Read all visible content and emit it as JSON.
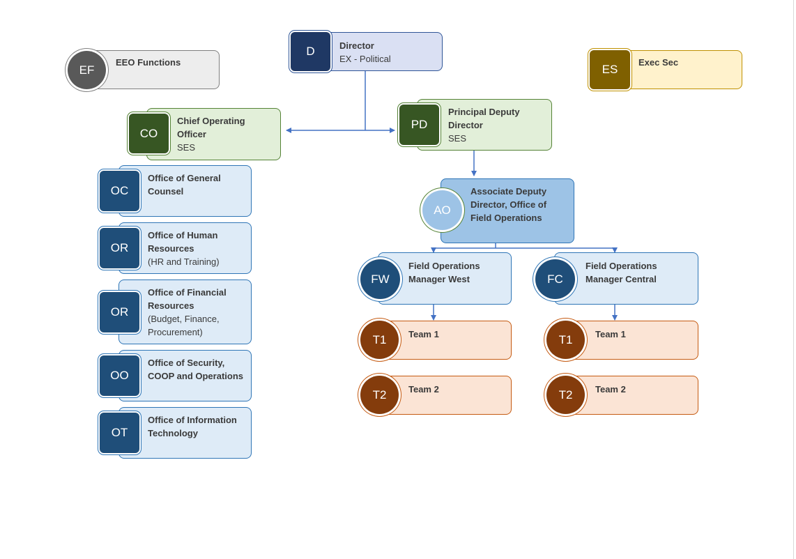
{
  "colors": {
    "connector": "#4472c4",
    "director_fill": "#dae0f3",
    "director_badge": "#1f3864",
    "green_fill": "#e2efd9",
    "green_border": "#548235",
    "green_badge": "#375623",
    "blue_fill": "#deebf7",
    "blue_border": "#2e75b6",
    "blue_badge": "#1f4e79",
    "ao_fill": "#9dc3e6",
    "ao_badge": "#9dc3e6",
    "peach_fill": "#fbe4d5",
    "peach_border": "#c55a11",
    "peach_badge": "#843c0c",
    "grey_fill": "#ededed",
    "grey_badge": "#595959",
    "yellow_fill": "#fff2cc",
    "yellow_border": "#bf9000",
    "yellow_badge": "#7f6000"
  },
  "nodes": {
    "director": {
      "abbr": "D",
      "title": "Director",
      "sub": "EX - Political"
    },
    "eeo": {
      "abbr": "EF",
      "title": "EEO Functions"
    },
    "exec_sec": {
      "abbr": "ES",
      "title": "Exec Sec"
    },
    "coo": {
      "abbr": "CO",
      "title": "Chief Operating Officer",
      "sub": "SES"
    },
    "pdd": {
      "abbr": "PD",
      "title": "Principal Deputy Director",
      "sub": "SES"
    },
    "ogc": {
      "abbr": "OC",
      "title": "Office of General Counsel"
    },
    "ohr": {
      "abbr": "OR",
      "title": "Office of Human Resources",
      "sub": "(HR and Training)"
    },
    "ofr": {
      "abbr": "OR",
      "title": "Office of Financial Resources",
      "sub": "(Budget, Finance, Procurement)"
    },
    "osc": {
      "abbr": "OO",
      "title": "Office of Security, COOP and Operations"
    },
    "oit": {
      "abbr": "OT",
      "title": "Office of Information Technology"
    },
    "ado": {
      "abbr": "AO",
      "title": "Associate Deputy Director, Office of Field Operations"
    },
    "fow": {
      "abbr": "FW",
      "title": "Field Operations Manager West"
    },
    "foc": {
      "abbr": "FC",
      "title": "Field Operations Manager Central"
    },
    "west_t1": {
      "abbr": "T1",
      "title": "Team 1"
    },
    "west_t2": {
      "abbr": "T2",
      "title": "Team 2"
    },
    "central_t1": {
      "abbr": "T1",
      "title": "Team 1"
    },
    "central_t2": {
      "abbr": "T2",
      "title": "Team 2"
    }
  }
}
